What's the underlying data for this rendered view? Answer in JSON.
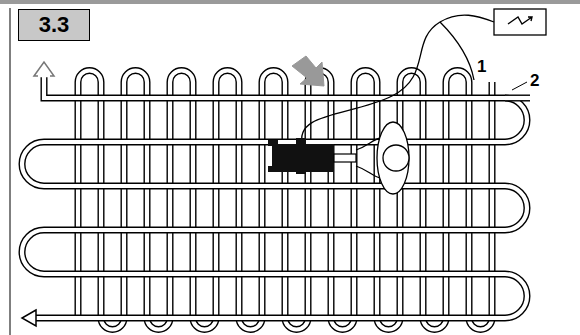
{
  "diagram": {
    "nodes": [
      {
        "text": [
          "3.3"
        ]
      }
    ],
    "labels": [
      "1",
      "2"
    ]
  }
}
